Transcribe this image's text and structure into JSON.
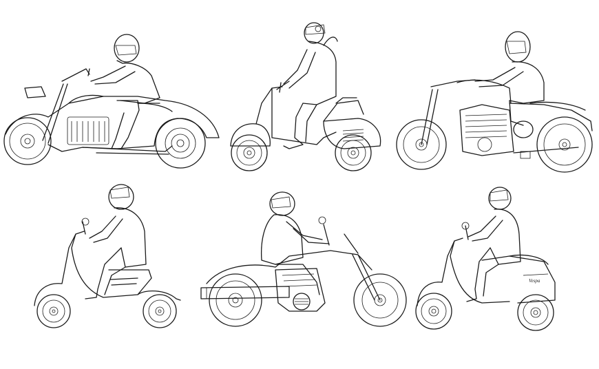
{
  "drawing": {
    "background": "#ffffff",
    "line_color": "#1a1a1a",
    "vehicles": [
      {
        "id": "cruiser-with-helmeted-rider",
        "brand_text": ""
      },
      {
        "id": "classic-scooter-with-rider",
        "brand_text": ""
      },
      {
        "id": "v-twin-cruiser-with-rider",
        "brand_text": ""
      },
      {
        "id": "electric-scooter-with-rider",
        "brand_text": ""
      },
      {
        "id": "bobber-motorcycle-with-rider",
        "brand_text": ""
      },
      {
        "id": "vespa-scooter-with-rider",
        "brand_text": "Vespa"
      }
    ]
  }
}
